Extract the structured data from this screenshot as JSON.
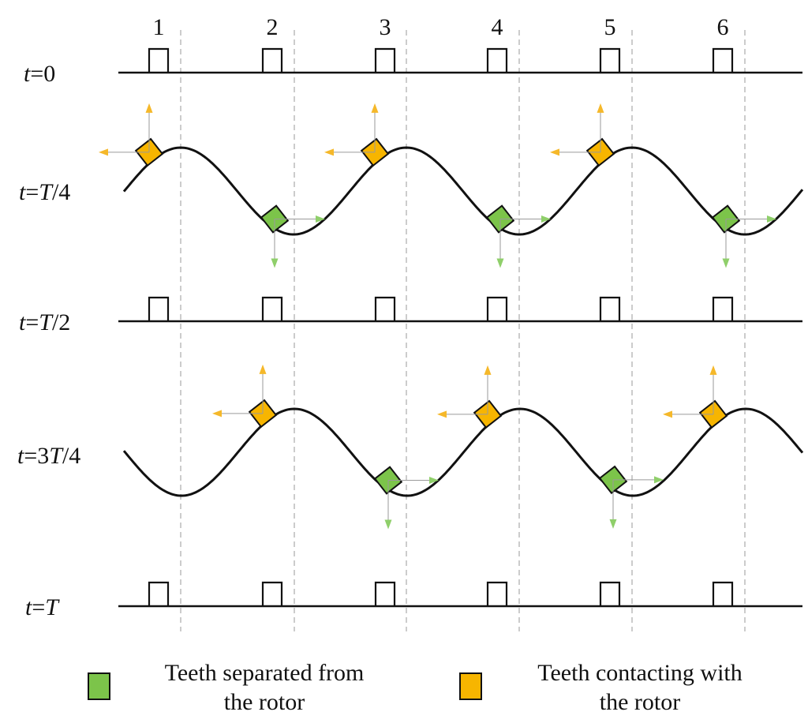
{
  "tooth_numbers": [
    "1",
    "2",
    "3",
    "4",
    "5",
    "6"
  ],
  "rows": [
    {
      "label_t": "t",
      "label_eq": "=",
      "label_rest_pre": "",
      "label_T": "",
      "label_rest_post": "0",
      "kind": "flat"
    },
    {
      "label_t": "t",
      "label_eq": "=",
      "label_rest_pre": "",
      "label_T": "T",
      "label_rest_post": "/4",
      "kind": "wave",
      "phase": "quarter"
    },
    {
      "label_t": "t",
      "label_eq": "=",
      "label_rest_pre": "",
      "label_T": "T",
      "label_rest_post": "/2",
      "kind": "flat"
    },
    {
      "label_t": "t",
      "label_eq": "=",
      "label_rest_pre": "3",
      "label_T": "T",
      "label_rest_post": "/4",
      "kind": "wave",
      "phase": "three_quarter"
    },
    {
      "label_t": "t",
      "label_eq": "=",
      "label_rest_pre": "",
      "label_T": "T",
      "label_rest_post": "",
      "kind": "flat"
    }
  ],
  "legend": [
    {
      "key": "separated",
      "line1": "Teeth separated from",
      "line2": "the rotor",
      "color": "#7cc44a"
    },
    {
      "key": "contacting",
      "line1": "Teeth contacting with",
      "line2": "the rotor",
      "color": "#f7b500"
    }
  ],
  "colors": {
    "green": "#7cc44a",
    "orange": "#f7b500",
    "green_arrow": "#8fcf6a",
    "orange_arrow": "#f5b82a",
    "line": "#111111",
    "dashed": "#b0b0b0"
  }
}
